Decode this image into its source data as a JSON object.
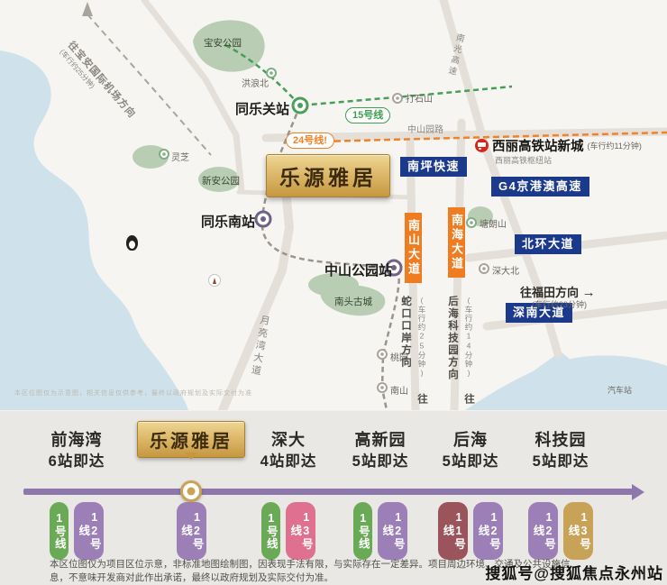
{
  "map": {
    "project_label": "乐源雅居",
    "stations": {
      "tongleguan": "同乐关站",
      "tonglenan": "同乐南站",
      "zhongshan_park": "中山公园站",
      "honglangbei": "洪浪北",
      "lingzhi": "灵芝",
      "dashishan": "打石山",
      "tanglangshan": "塘朗山",
      "shendabei": "深大北",
      "taoyuan": "桃园",
      "nanshan": "南山",
      "qichezhan": "汽车站"
    },
    "lines": {
      "line15": "15号线",
      "line24": "24号线!"
    },
    "roads": {
      "zhongshanyuan": "中山园路",
      "nanping": "南坪快速",
      "g4": "G4京港澳高速",
      "beihuan": "北环大道",
      "shennan": "深南大道",
      "nanshan_ave": "南山大道",
      "nanhai_ave": "南海大道",
      "moonbay": "月亮湾大道",
      "nanguang": "南光高速"
    },
    "parks": {
      "baoan": "宝安公园",
      "xinan": "新安公园",
      "nantou": "南头古城"
    },
    "poi": {
      "xili_name": "西丽高铁站新城",
      "xili_time": "(车行约11分钟)",
      "xili_sub": "西丽高铁枢纽站"
    },
    "directions": {
      "airport": "往宝安国际机场方向",
      "airport_time": "(车行约25分钟)",
      "futian": "往福田方向",
      "futian_time": "(车行约23分钟)",
      "futian_arrow": "→",
      "shekou": "往蛇口口岸方向",
      "shekou_time": "(车行约25分钟)",
      "houhai": "往后海科技园方向",
      "houhai_time": "(车行约14分钟)"
    },
    "footnote": "本区位图仅为示意图，相关信息仅供参考，最终以政府规划及实际交付为准"
  },
  "colors": {
    "gold": "#c89a4b",
    "blue_badge": "#1c3a8c",
    "orange_badge": "#ef7c20",
    "metro_line_purple": "#8d77ad",
    "line24_orange": "#f08228",
    "line15_green": "#43a054"
  },
  "transit": {
    "stations": [
      {
        "name": "前海湾",
        "stops": "6站即达",
        "lines": [
          {
            "label": "1号线",
            "color": "#6aaa56"
          },
          {
            "label": "12号线",
            "color": "#9b7fb6"
          }
        ]
      },
      {
        "name": "乐源雅居",
        "stops": "",
        "lines": [
          {
            "label": "12号线",
            "color": "#9b7fb6"
          }
        ]
      },
      {
        "name": "深大",
        "stops": "4站即达",
        "lines": [
          {
            "label": "1号线",
            "color": "#6aaa56"
          },
          {
            "label": "13号线",
            "color": "#e0708f"
          }
        ]
      },
      {
        "name": "高新园",
        "stops": "5站即达",
        "lines": [
          {
            "label": "1号线",
            "color": "#6aaa56"
          },
          {
            "label": "12号线",
            "color": "#9b7fb6"
          }
        ]
      },
      {
        "name": "后海",
        "stops": "5站即达",
        "lines": [
          {
            "label": "11号线",
            "color": "#9c545c"
          },
          {
            "label": "12号线",
            "color": "#9b7fb6"
          }
        ]
      },
      {
        "name": "科技园",
        "stops": "5站即达",
        "lines": [
          {
            "label": "12号线",
            "color": "#9b7fb6"
          },
          {
            "label": "13号线",
            "color": "#c7a257"
          }
        ]
      }
    ],
    "disclaimer_line1": "本区位图仅为项目区位示意，非标准地图绘制图，因表现手法有限，与实际存在一定差异。项目周边环境、交通及公共设施信",
    "disclaimer_line2": "息，不意味开发商对此作出承诺，最终以政府规划及实际交付为准。",
    "watermark": "搜狐号@搜狐焦点永州站"
  }
}
